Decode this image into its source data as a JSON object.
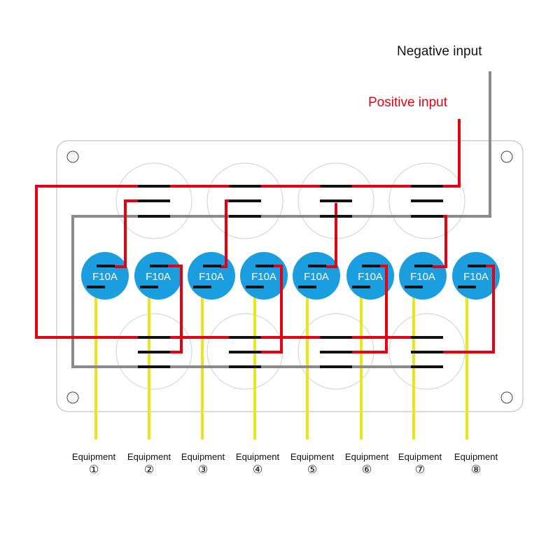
{
  "inputs": {
    "negative": {
      "label": "Negative input",
      "color": "#111111"
    },
    "positive": {
      "label": "Positive input",
      "color": "#e60012"
    }
  },
  "fuses": [
    {
      "label": "F10A"
    },
    {
      "label": "F10A"
    },
    {
      "label": "F10A"
    },
    {
      "label": "F10A"
    },
    {
      "label": "F10A"
    },
    {
      "label": "F10A"
    },
    {
      "label": "F10A"
    },
    {
      "label": "F10A"
    }
  ],
  "equipment": [
    {
      "label": "Equipment",
      "number": "①"
    },
    {
      "label": "Equipment",
      "number": "②"
    },
    {
      "label": "Equipment",
      "number": "③"
    },
    {
      "label": "Equipment",
      "number": "④"
    },
    {
      "label": "Equipment",
      "number": "⑤"
    },
    {
      "label": "Equipment",
      "number": "⑥"
    },
    {
      "label": "Equipment",
      "number": "⑦"
    },
    {
      "label": "Equipment",
      "number": "⑧"
    }
  ],
  "colors": {
    "fuse_fill": "#1a9ee0",
    "positive_wire": "#e60012",
    "negative_wire": "#8a8a8a",
    "load_wire": "#ede51c",
    "terminal": "#111111",
    "panel_outline": "#b5b5b5"
  }
}
